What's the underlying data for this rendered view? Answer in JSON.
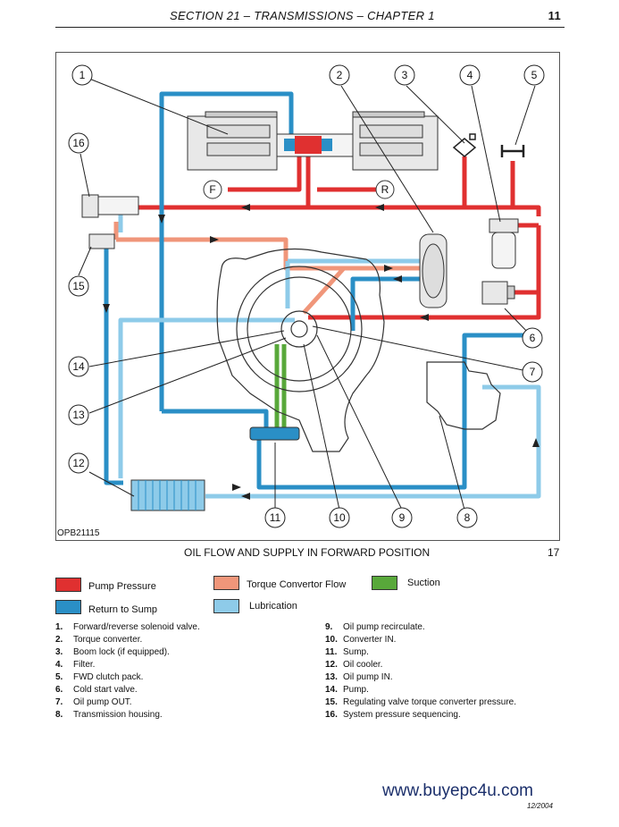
{
  "header": {
    "title": "SECTION 21 – TRANSMISSIONS – CHAPTER 1",
    "page": "11"
  },
  "figure": {
    "id": "OPB21115",
    "caption": "OIL FLOW AND SUPPLY IN FORWARD POSITION",
    "number": "17",
    "valve_labels": {
      "forward": "F",
      "reverse": "R"
    },
    "callouts": [
      "1",
      "2",
      "3",
      "4",
      "5",
      "6",
      "7",
      "8",
      "9",
      "10",
      "11",
      "12",
      "13",
      "14",
      "15",
      "16"
    ]
  },
  "colors": {
    "pump_pressure": "#e03030",
    "return_to_sump": "#2a8fc6",
    "torque_convertor_flow": "#f0967a",
    "suction": "#58a83a",
    "lubrication": "#8ecbe9"
  },
  "legend": [
    {
      "label": "Pump Pressure",
      "color": "#e03030"
    },
    {
      "label": "Torque Convertor Flow",
      "color": "#f0967a"
    },
    {
      "label": "Suction",
      "color": "#58a83a"
    },
    {
      "label": "Return to Sump",
      "color": "#2a8fc6"
    },
    {
      "label": "Lubrication",
      "color": "#8ecbe9"
    }
  ],
  "items": [
    {
      "num": "1.",
      "text": "Forward/reverse solenoid valve."
    },
    {
      "num": "2.",
      "text": "Torque converter."
    },
    {
      "num": "3.",
      "text": "Boom lock (if equipped)."
    },
    {
      "num": "4.",
      "text": "Filter."
    },
    {
      "num": "5.",
      "text": "FWD clutch pack."
    },
    {
      "num": "6.",
      "text": "Cold start valve."
    },
    {
      "num": "7.",
      "text": "Oil pump OUT."
    },
    {
      "num": "8.",
      "text": "Transmission housing."
    },
    {
      "num": "9.",
      "text": "Oil pump recirculate."
    },
    {
      "num": "10.",
      "text": "Converter IN."
    },
    {
      "num": "11.",
      "text": "Sump."
    },
    {
      "num": "12.",
      "text": "Oil cooler."
    },
    {
      "num": "13.",
      "text": "Oil pump IN."
    },
    {
      "num": "14.",
      "text": "Pump."
    },
    {
      "num": "15.",
      "text": "Regulating valve torque converter pressure."
    },
    {
      "num": "16.",
      "text": "System pressure sequencing."
    }
  ],
  "footer": {
    "website": "www.buyepc4u.com",
    "date": "12/2004"
  }
}
